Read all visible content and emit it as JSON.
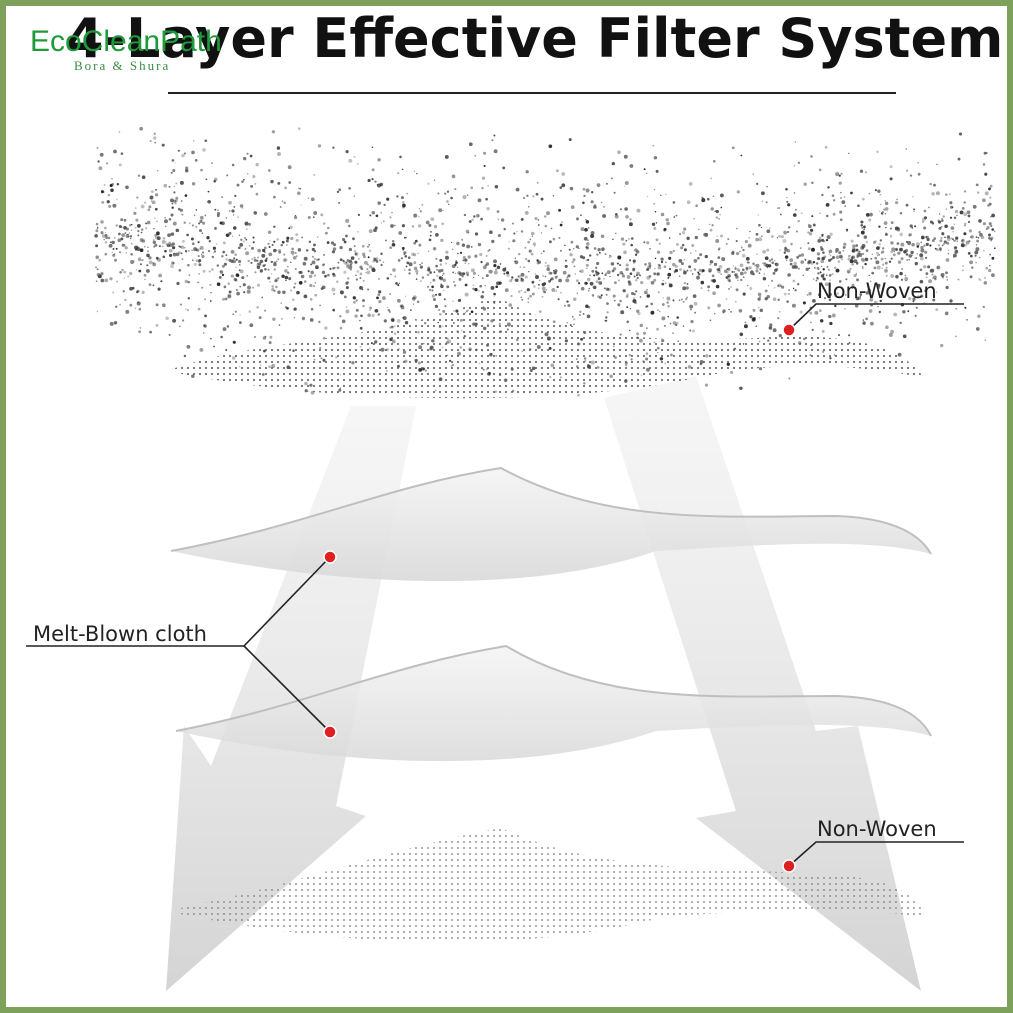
{
  "title": "4-Layer Effective Filter System",
  "logo": {
    "name": "EcoCleanPath",
    "subtitle": "Bora & Shura"
  },
  "layers": [
    {
      "label": "Non-Woven",
      "material": "dotted"
    },
    {
      "label": "Melt-Blown cloth",
      "material": "plain"
    },
    {
      "label": "Melt-Blown cloth",
      "material": "plain"
    },
    {
      "label": "Non-Woven",
      "material": "dotted"
    }
  ],
  "labels": {
    "non_woven_top": "Non-Woven",
    "melt_blown": "Melt-Blown cloth",
    "non_woven_bottom": "Non-Woven"
  },
  "colors": {
    "frame": "#7da05a",
    "marker": "#e02020",
    "logo": "#1f9a3a",
    "title": "#111111"
  }
}
